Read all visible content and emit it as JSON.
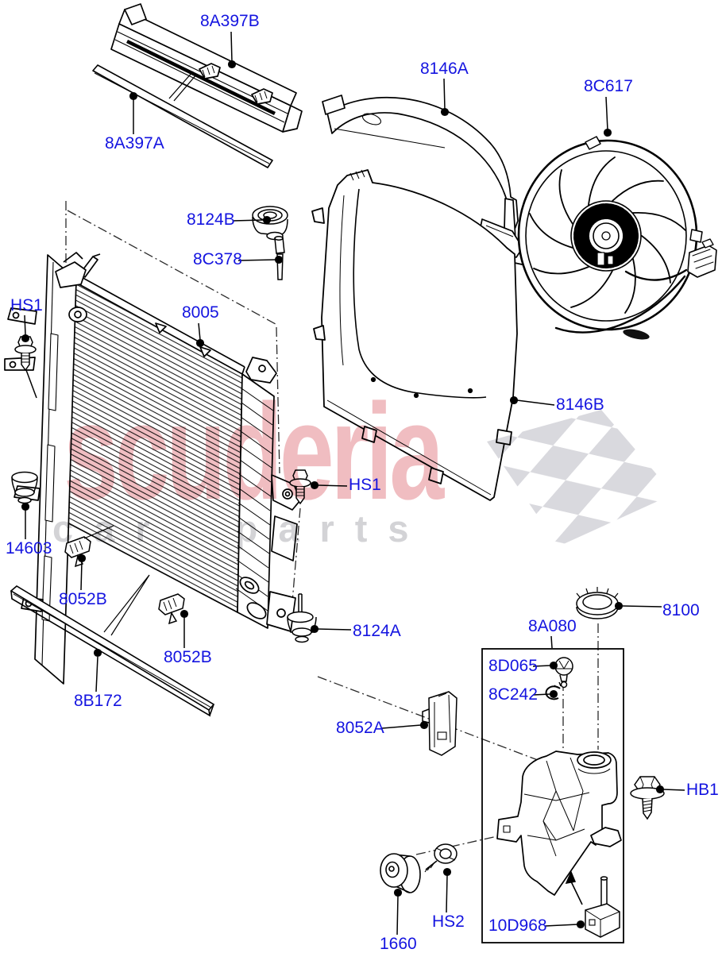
{
  "page": {
    "background": "#ffffff"
  },
  "watermark": {
    "brand": "scuderia",
    "subtitle": "car parts",
    "brand_color": "#ce2432",
    "subtitle_color": "#7d7d87",
    "flag_color": "#d9d9de"
  },
  "diagram": {
    "label_color": "#1414e0",
    "line_color": "#000000",
    "labels": {
      "deflector_upper": "8A397B",
      "deflector_seal": "8A397A",
      "shroud_upper": "8146A",
      "fan": "8C617",
      "plug_upper": "8124B",
      "tube": "8C378",
      "radiator": "8005",
      "hs1_left": "HS1",
      "shroud_main": "8146B",
      "insulator_lower_left": "14603",
      "clip_b_first": "8052B",
      "support_bar": "8B172",
      "clip_b_second": "8052B",
      "hs1_mid": "HS1",
      "insulator_lower_right": "8124A",
      "cap": "8100",
      "expansion_tank": "8A080",
      "sensor_small": "8D065",
      "oring": "8C242",
      "clip_a": "8052A",
      "hb1": "HB1",
      "grommet": "1660",
      "hs2": "HS2",
      "level_sensor": "10D968"
    }
  }
}
